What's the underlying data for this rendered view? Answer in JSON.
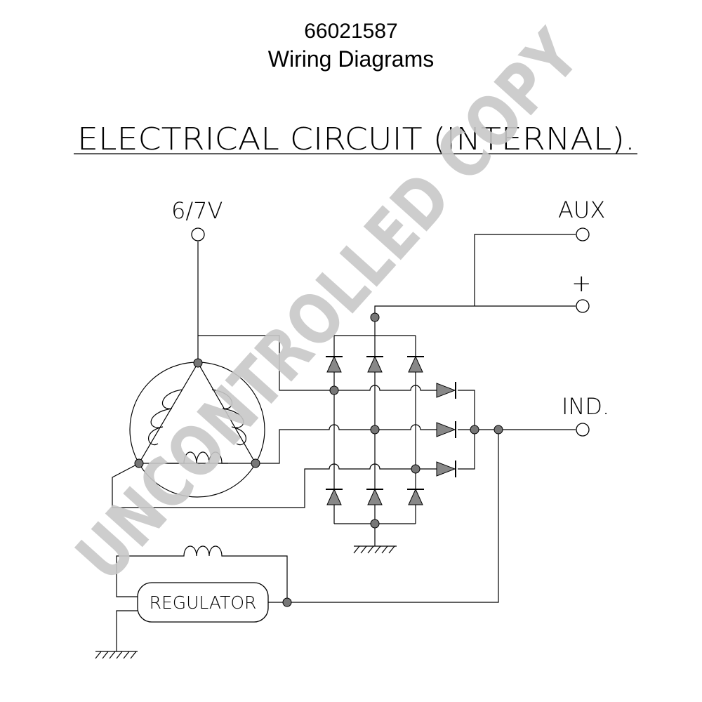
{
  "header": {
    "doc_number": "66021587",
    "doc_title": "Wiring Diagrams"
  },
  "diagram": {
    "title": "ELECTRICAL CIRCUIT (INTERNAL).",
    "terminals": {
      "v67": "6/7V",
      "aux": "AUX",
      "plus": "+",
      "ind": "IND."
    },
    "regulator_label": "REGULATOR"
  },
  "watermark": "UNCONTROLLED COPY",
  "colors": {
    "line": "#000000",
    "watermark": "#c8c8c8",
    "node_fill": "#777777"
  }
}
